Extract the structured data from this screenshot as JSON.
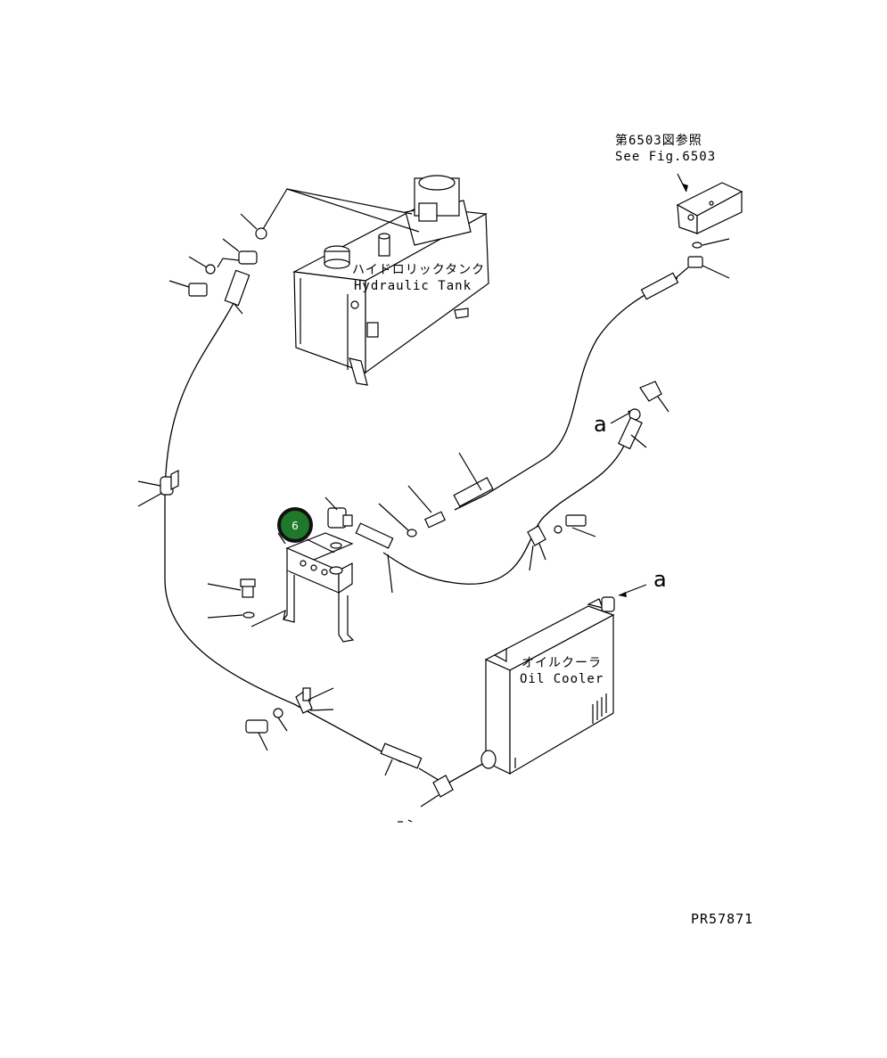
{
  "diagram": {
    "reference_note_jp": "第6503図参照",
    "reference_note_en": "See Fig.6503",
    "tank_label_jp": "ハイドロリックタンク",
    "tank_label_en": "Hydraulic Tank",
    "cooler_label_jp": "オイルクーラ",
    "cooler_label_en": "Oil Cooler",
    "connection_mark_1": "a",
    "connection_mark_2": "a",
    "callout_number": "6",
    "drawing_number": "PR57871"
  },
  "colors": {
    "callout_fill": "#1e7a2a",
    "callout_ring": "#111111",
    "line": "#000000",
    "background": "#ffffff"
  }
}
